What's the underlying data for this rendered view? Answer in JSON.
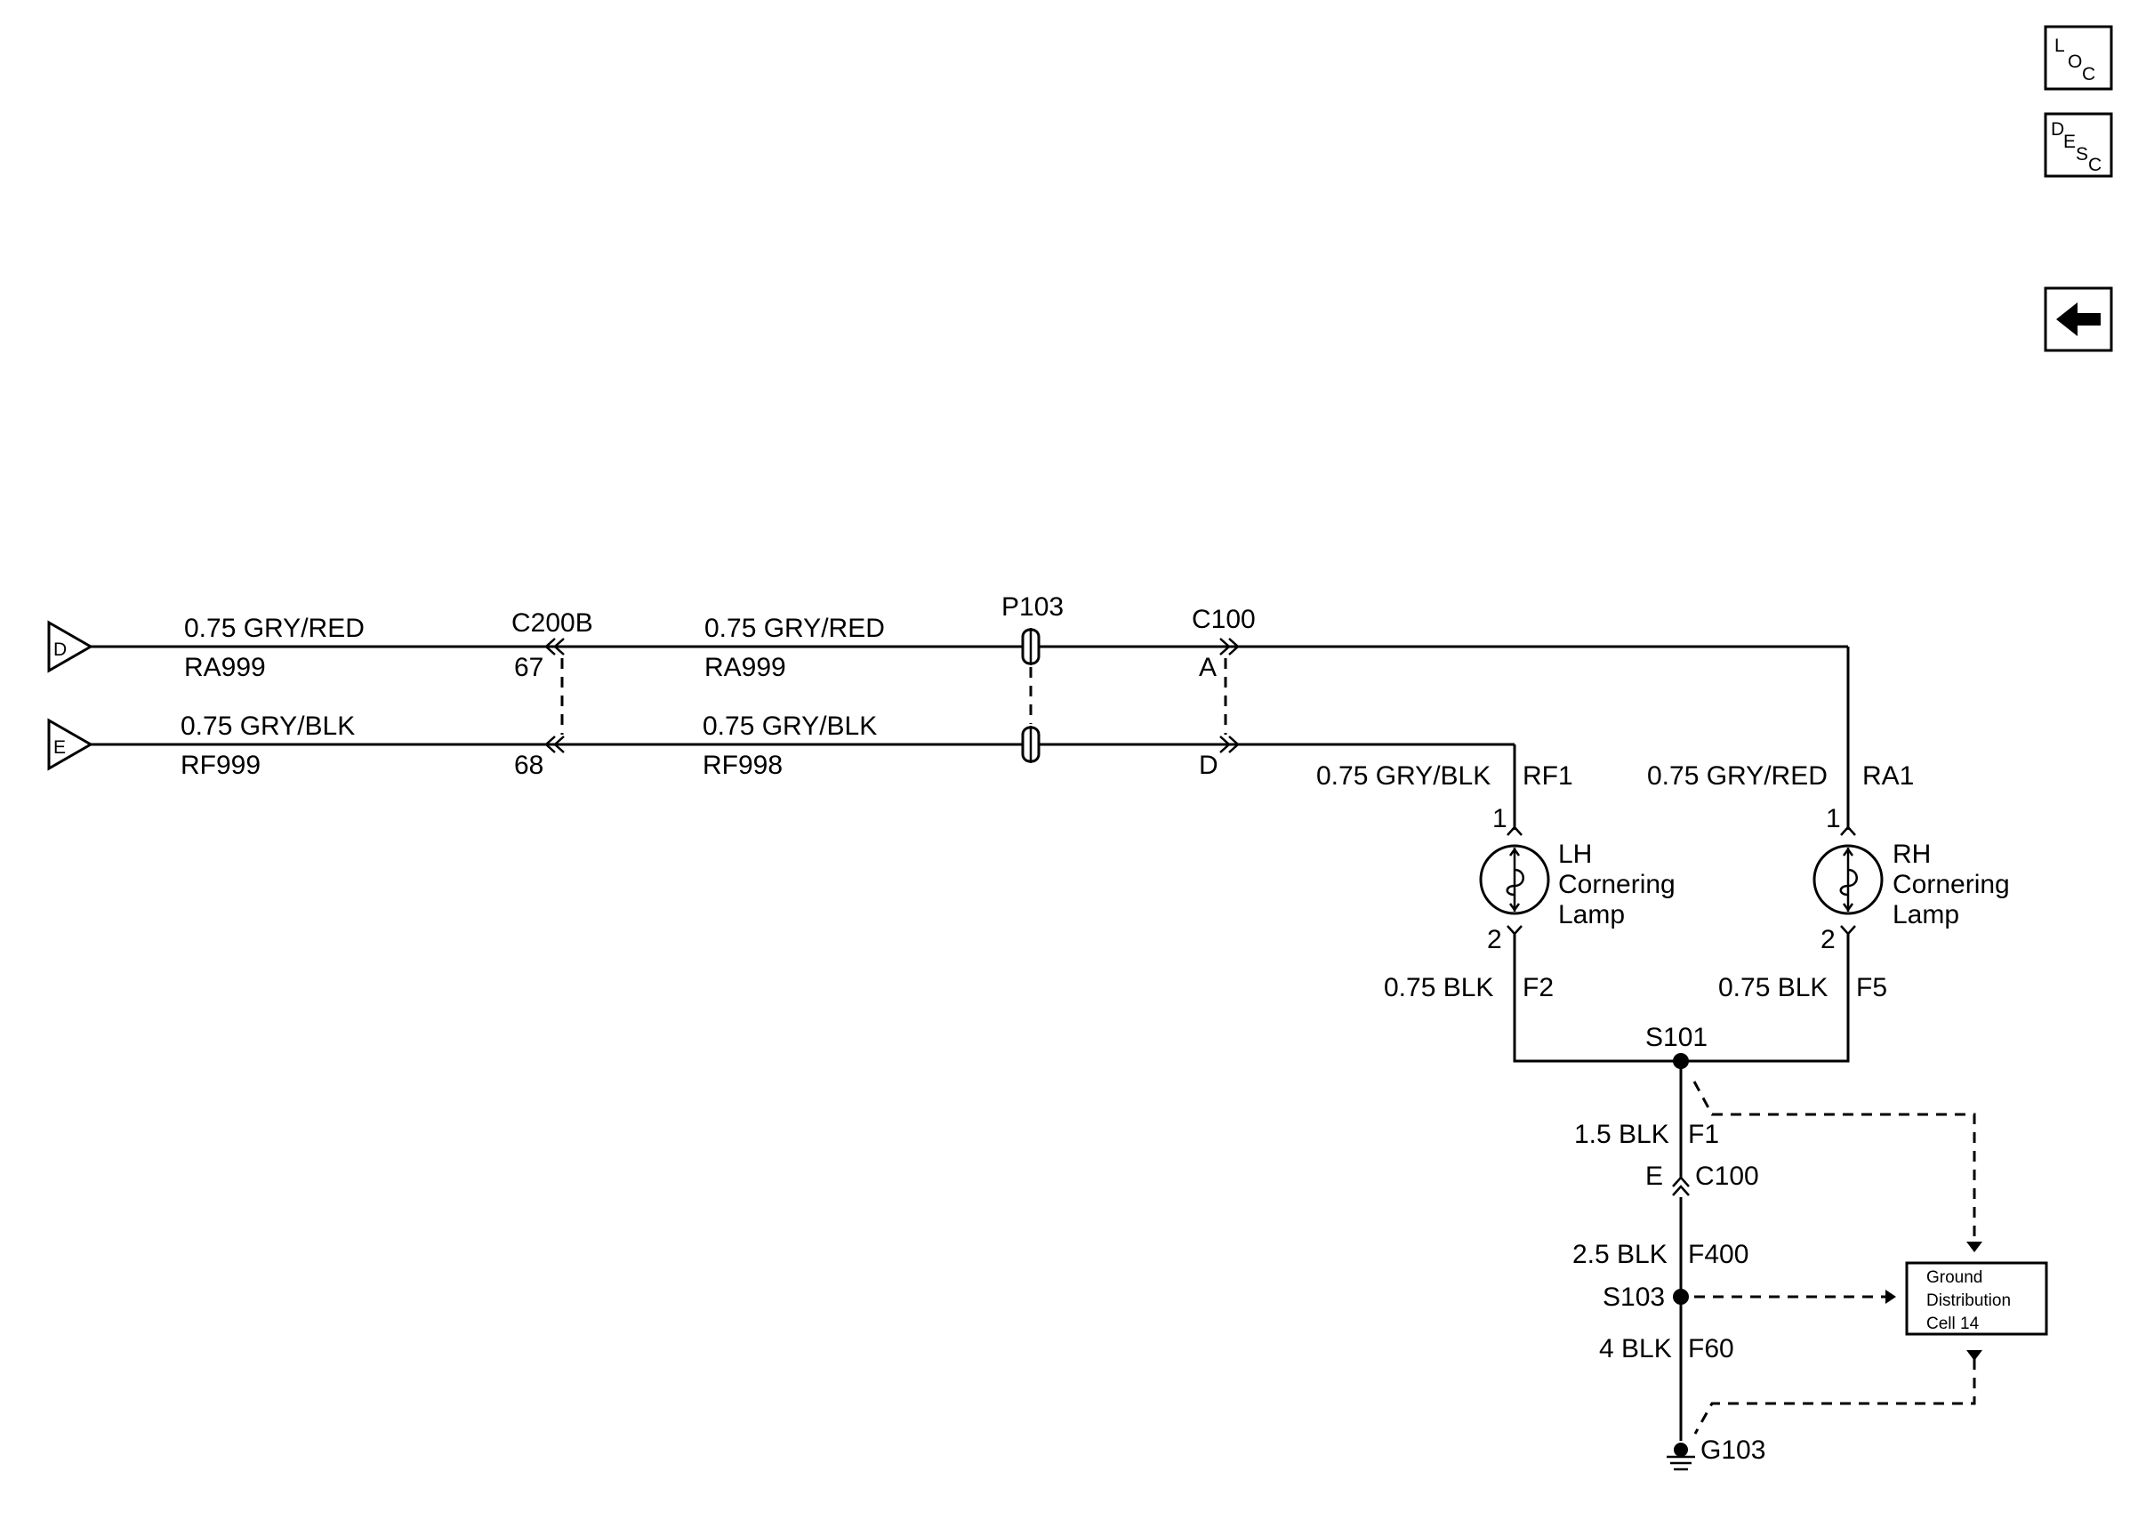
{
  "nav": {
    "loc": {
      "l": "L",
      "o": "O",
      "c": "C"
    },
    "desc": {
      "d": "D",
      "e": "E",
      "s": "S",
      "c": "C"
    }
  },
  "inputs": {
    "d": "D",
    "e": "E"
  },
  "wires": {
    "w1_gauge": "0.75 GRY/RED",
    "w1_circuit": "RA999",
    "w2_gauge": "0.75 GRY/BLK",
    "w2_circuit": "RF999",
    "w3_gauge": "0.75 GRY/RED",
    "w3_circuit": "RA999",
    "w4_gauge": "0.75 GRY/BLK",
    "w4_circuit": "RF998",
    "lh_in_gauge": "0.75 GRY/BLK",
    "lh_in_circuit": "RF1",
    "rh_in_gauge": "0.75 GRY/RED",
    "rh_in_circuit": "RA1",
    "lh_out_gauge": "0.75 BLK",
    "lh_out_circuit": "F2",
    "rh_out_gauge": "0.75 BLK",
    "rh_out_circuit": "F5",
    "s101_gauge": "1.5 BLK",
    "s101_circuit": "F1",
    "c100_gauge": "2.5 BLK",
    "c100_circuit": "F400",
    "s103_gauge": "4 BLK",
    "s103_circuit": "F60"
  },
  "connectors": {
    "c200b": "C200B",
    "c200b_pin1": "67",
    "c200b_pin2": "68",
    "p103": "P103",
    "c100": "C100",
    "c100_pinA": "A",
    "c100_pinD": "D",
    "c100_lower": "C100",
    "c100_pinE": "E"
  },
  "lamps": {
    "lh": {
      "pin_top": "1",
      "pin_bottom": "2",
      "line1": "LH",
      "line2": "Cornering",
      "line3": "Lamp"
    },
    "rh": {
      "pin_top": "1",
      "pin_bottom": "2",
      "line1": "RH",
      "line2": "Cornering",
      "line3": "Lamp"
    }
  },
  "splices": {
    "s101": "S101",
    "s103": "S103"
  },
  "ground": {
    "g103": "G103"
  },
  "ground_box": {
    "line1": "Ground",
    "line2": "Distribution",
    "line3": "Cell 14"
  }
}
